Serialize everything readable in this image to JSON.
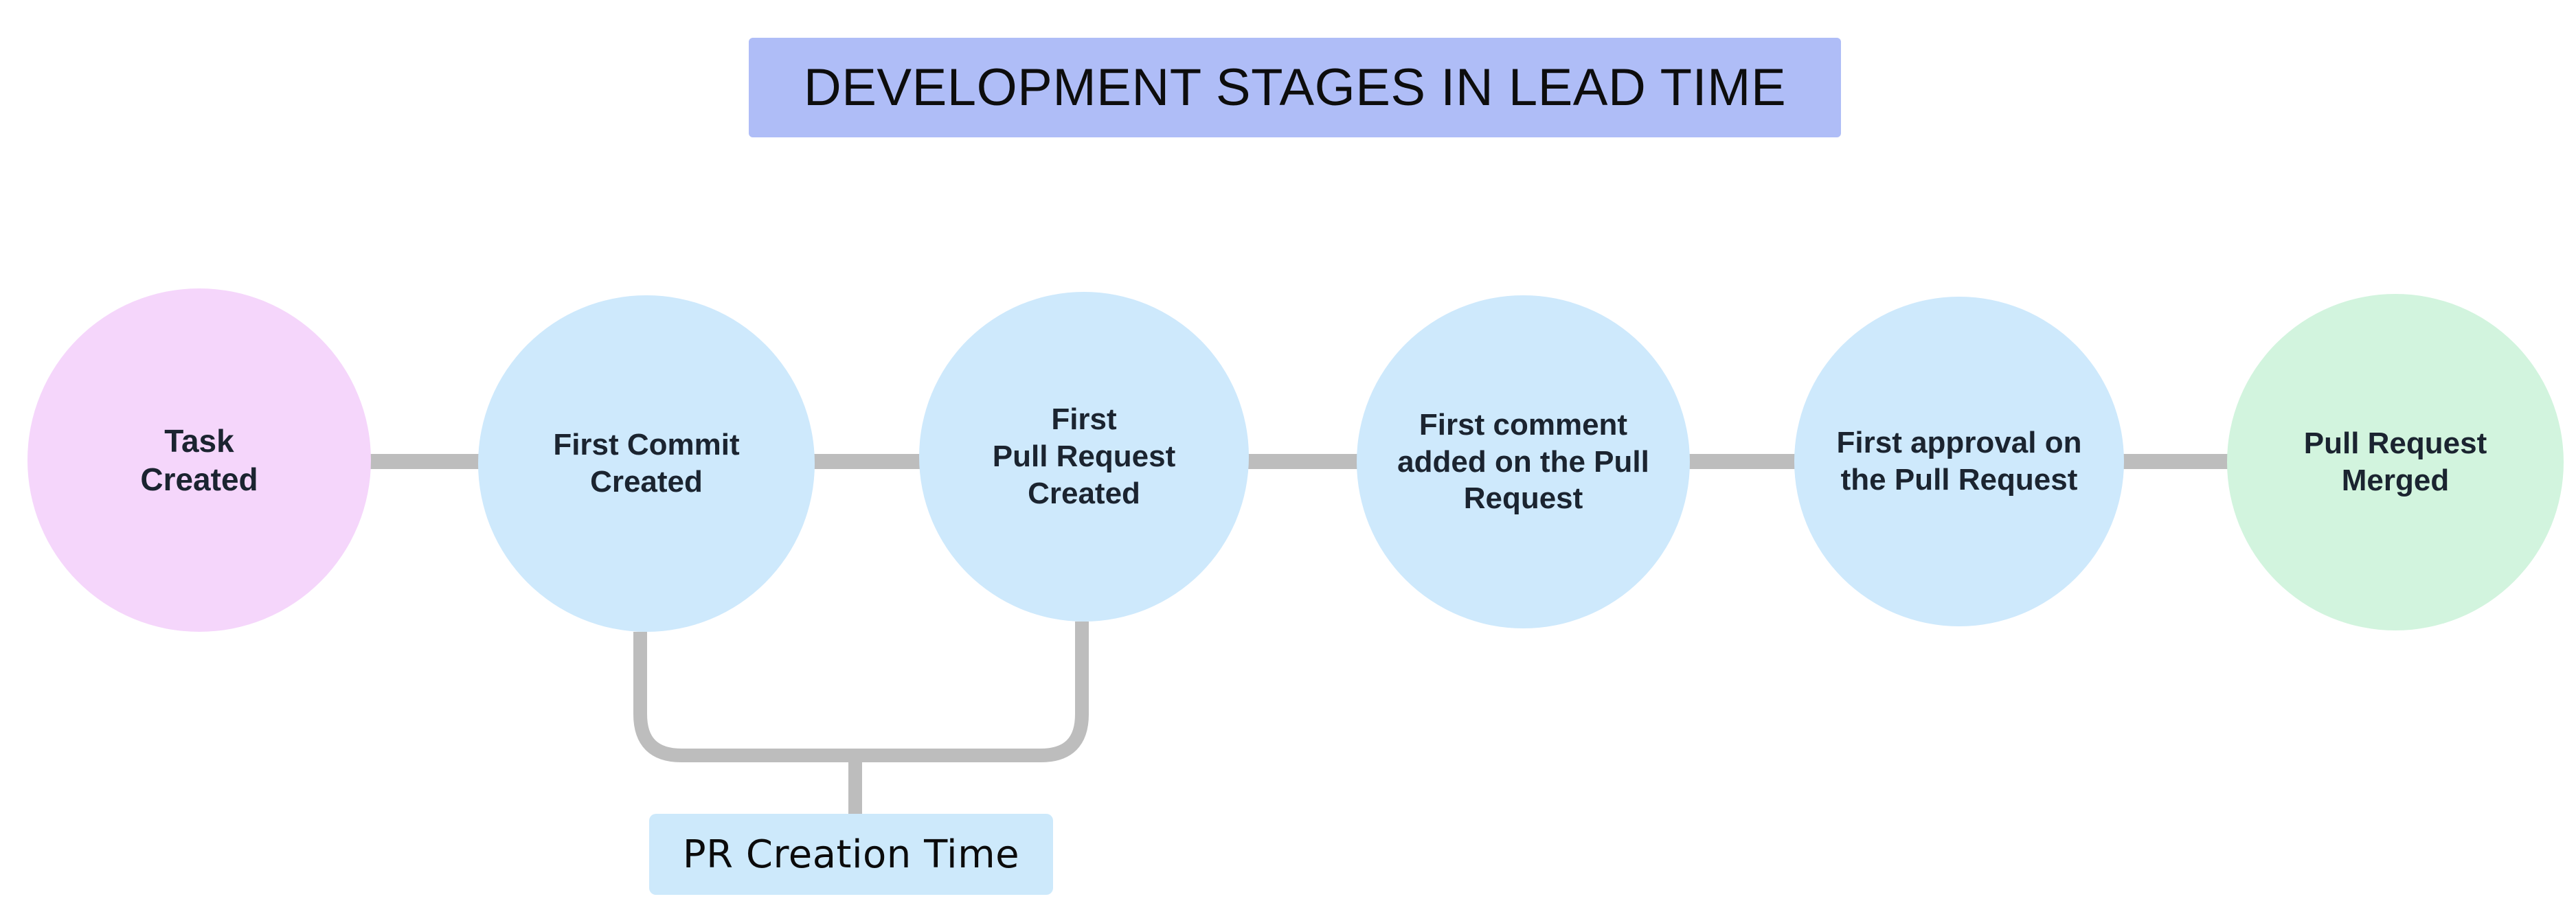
{
  "diagram": {
    "title": "DEVELOPMENT STAGES IN LEAD TIME",
    "type": "flow-timeline",
    "background_color": "#ffffff",
    "title_background_color": "#afbdf7",
    "connector_color": "#bdbdbd",
    "nodes": [
      {
        "id": "task-created",
        "label": "Task\nCreated",
        "shape": "circle",
        "color": "#f5d6fb"
      },
      {
        "id": "first-commit",
        "label": "First Commit\nCreated",
        "shape": "circle",
        "color": "#cee9fc"
      },
      {
        "id": "first-pull-request",
        "label": "First\nPull Request\nCreated",
        "shape": "circle",
        "color": "#cee9fc"
      },
      {
        "id": "first-comment",
        "label": "First comment\nadded on the Pull\nRequest",
        "shape": "circle",
        "color": "#cee9fc"
      },
      {
        "id": "first-approval",
        "label": "First approval on\nthe Pull Request",
        "shape": "circle",
        "color": "#cee9fc"
      },
      {
        "id": "pull-request-merged",
        "label": "Pull Request\nMerged",
        "shape": "circle",
        "color": "#d2f4de"
      }
    ],
    "annotations": [
      {
        "id": "pr-creation-time",
        "label": "PR Creation Time",
        "spans_from": "first-commit",
        "spans_to": "first-pull-request",
        "color": "#cde9fb"
      }
    ]
  }
}
